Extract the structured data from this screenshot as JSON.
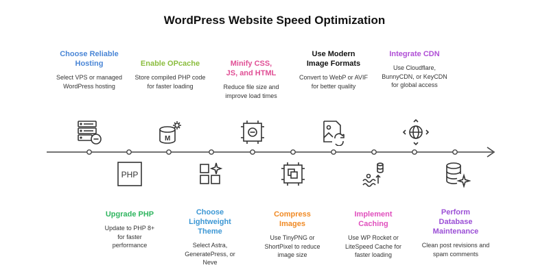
{
  "title": "WordPress Website Speed Optimization",
  "colors": {
    "blue": "#4a86d6",
    "green": "#8bbd3e",
    "pink": "#e04f95",
    "black": "#111111",
    "purple": "#b04fd6",
    "bright_green": "#2fb55f",
    "teal_blue": "#3c97d4",
    "orange": "#f08a24",
    "magenta": "#e04fbd",
    "violet": "#9b4fd6",
    "line": "#444444"
  },
  "top_steps": [
    {
      "title": "Choose Reliable Hosting",
      "desc": "Select VPS or managed WordPress hosting",
      "icon": "server-icon"
    },
    {
      "title": "Enable OPcache",
      "desc": "Store compiled PHP code for faster loading",
      "icon": "database-cache-icon"
    },
    {
      "title": "Minify CSS, JS, and HTML",
      "desc": "Reduce file size and improve load times",
      "icon": "minify-icon"
    },
    {
      "title": "Use Modern Image Formats",
      "desc": "Convert to WebP or AVIF for better quality",
      "icon": "image-convert-icon"
    },
    {
      "title": "Integrate CDN",
      "desc": "Use Cloudflare, BunnyCDN, or KeyCDN for global access",
      "icon": "globe-icon"
    }
  ],
  "bottom_steps": [
    {
      "title": "Upgrade PHP",
      "desc": "Update to PHP 8+ for faster performance",
      "icon": "php-icon",
      "icon_text": "PHP"
    },
    {
      "title": "Choose Lightweight Theme",
      "desc": "Select Astra, GeneratePress, or Neve",
      "icon": "theme-grid-icon"
    },
    {
      "title": "Compress Images",
      "desc": "Use TinyPNG or ShortPixel to reduce image size",
      "icon": "compress-icon"
    },
    {
      "title": "Implement Caching",
      "desc": "Use WP Rocket or LiteSpeed Cache for faster loading",
      "icon": "caching-icon"
    },
    {
      "title": "Perform Database Maintenance",
      "desc": "Clean post revisions and spam comments",
      "icon": "database-clean-icon"
    }
  ]
}
